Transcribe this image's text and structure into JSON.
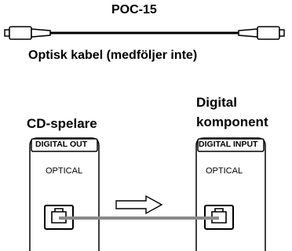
{
  "cable": {
    "name": "POC-15",
    "description": "Optisk kabel (medföljer inte)"
  },
  "source": {
    "name": "CD-spelare",
    "port_label": "DIGITAL OUT",
    "port_type": "OPTICAL"
  },
  "destination": {
    "name_line1": "Digital",
    "name_line2": "komponent",
    "port_label": "DIGITAL INPUT",
    "port_type": "OPTICAL"
  },
  "signal_direction": "source-to-destination"
}
